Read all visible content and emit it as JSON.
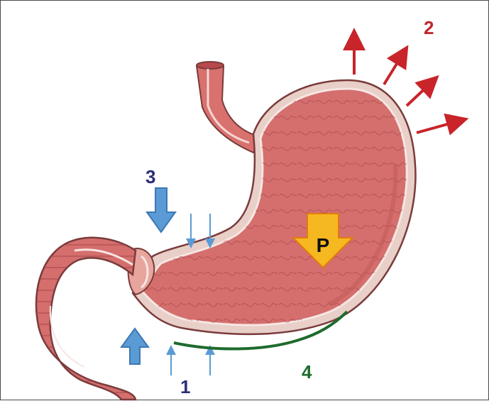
{
  "labels": {
    "one": "1",
    "two": "2",
    "three": "3",
    "four": "4",
    "p": "P"
  },
  "colors": {
    "label_1": "#2b2f78",
    "label_2": "#c0282c",
    "label_3": "#2b2f78",
    "label_4": "#1e6b2e",
    "arrow_blue": "#5b9bd5",
    "arrow_blue_dark": "#3c78b4",
    "arrow_red": "#c8242a",
    "arrow_pressure_fill": "#f6b820",
    "arrow_pressure_stroke": "#e07b10",
    "curvature_line": "#1e6b2e",
    "tissue": "#d9716f",
    "tissue_dark": "#b8494c",
    "outline": "#7a3b3b"
  },
  "icons": {
    "organ": "stomach-illustration",
    "pressure_arrow": "pressure-arrow-icon",
    "red_arrows": "outward-arrow-icon",
    "blue_arrows": "inward-arrow-icon"
  }
}
